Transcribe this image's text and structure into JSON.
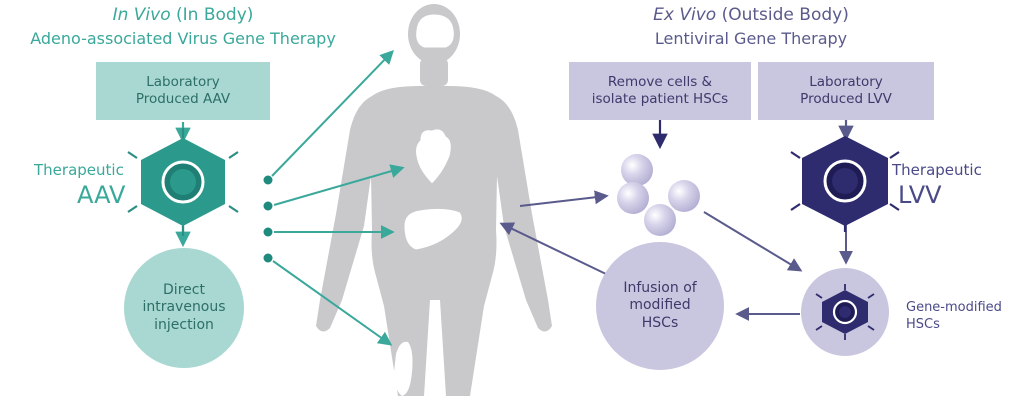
{
  "in_vivo": {
    "title_italic": "In Vivo",
    "title_rest": " (In Body)",
    "subtitle": "Adeno-associated Virus Gene Therapy",
    "box_line1": "Laboratory",
    "box_line2": "Produced AAV",
    "therapeutic_label": "Therapeutic",
    "vector_label": "AAV",
    "injection_line1": "Direct",
    "injection_line2": "intravenous",
    "injection_line3": "injection"
  },
  "ex_vivo": {
    "title_italic": "Ex Vivo",
    "title_rest": " (Outside Body)",
    "subtitle": "Lentiviral Gene Therapy",
    "box_cells_line1": "Remove cells &",
    "box_cells_line2": "isolate patient HSCs",
    "box_lvv_line1": "Laboratory",
    "box_lvv_line2": "Produced LVV",
    "therapeutic_label": "Therapeutic",
    "vector_label": "LVV",
    "infusion_line1": "Infusion of",
    "infusion_line2": "modified",
    "infusion_line3": "HSCs",
    "gene_mod_line1": "Gene-modified",
    "gene_mod_line2": "HSCs"
  },
  "colors": {
    "teal": "#3aa89a",
    "teal_light": "#a8d8d1",
    "teal_dark": "#1f8a7e",
    "purple": "#5a5a8c",
    "purple_light": "#c9c6e0",
    "purple_dark": "#2e2b6e",
    "body": "#c9c9cc"
  }
}
